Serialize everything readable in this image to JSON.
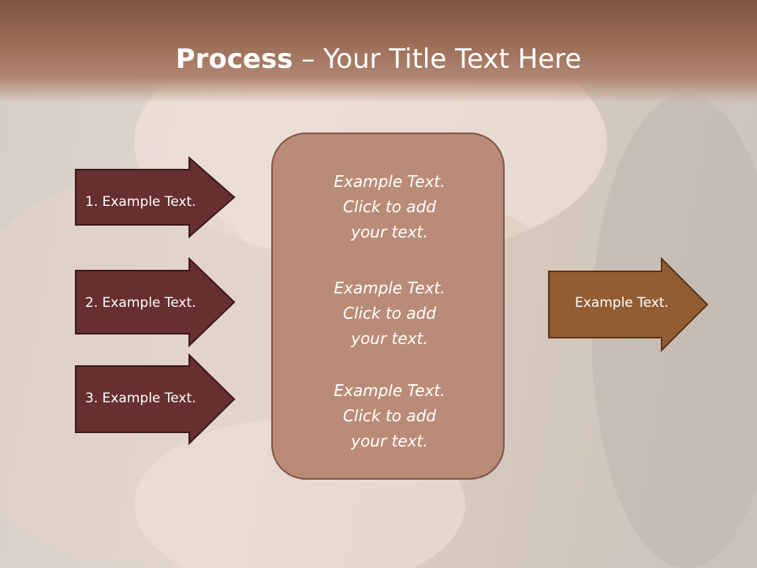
{
  "slide": {
    "title_bold": "Process",
    "title_rest": " – Your Title Text Here"
  },
  "steps": [
    {
      "label": "1. Example Text."
    },
    {
      "label": "2. Example Text."
    },
    {
      "label": "3. Example Text."
    }
  ],
  "center_box": {
    "paragraphs": [
      "Example Text.\nClick  to add\nyour text.",
      "Example Text.\nClick  to add\nyour text.",
      "Example Text.\nClick  to add\nyour text."
    ]
  },
  "output_arrow": {
    "label": "Example Text."
  },
  "colors": {
    "title_band": "#8f6450",
    "step_arrow_fill": "#672f2f",
    "center_box_fill": "#ba8c77",
    "output_arrow_fill": "#935d33",
    "text": "#ffffff"
  }
}
